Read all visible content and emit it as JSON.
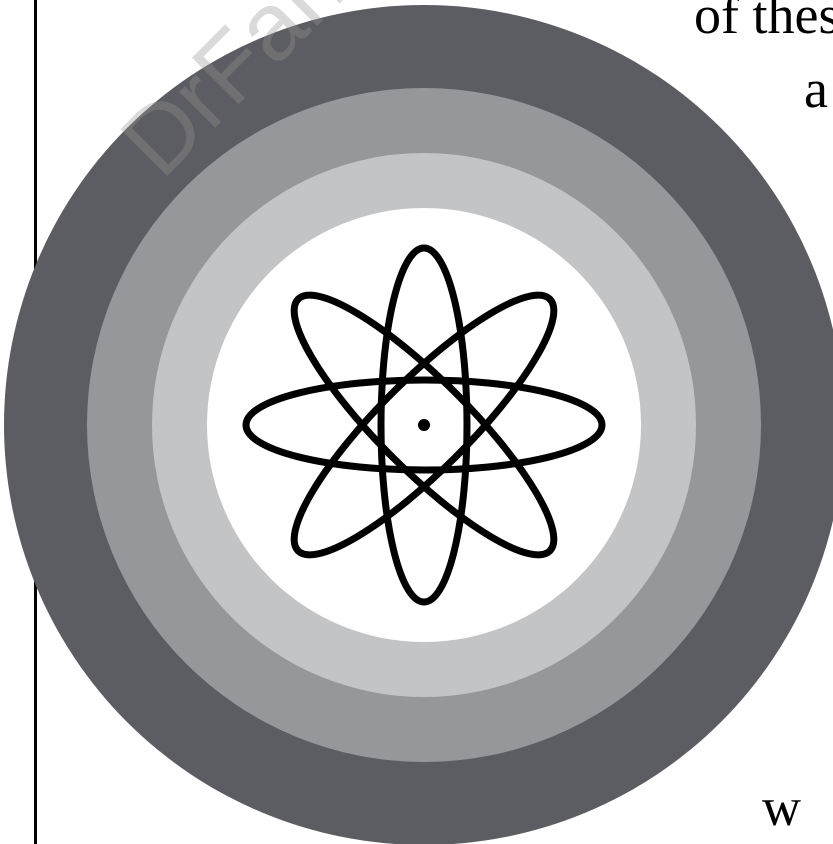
{
  "text_fragments": {
    "top_right": "of thes",
    "right_letter": "a",
    "bottom_right": "w"
  },
  "watermark": "DrFarrah",
  "colors": {
    "outer_ring": "#5c5d62",
    "ring_2": "#96979b",
    "ring_3": "#c3c4c6",
    "core": "#ffffff",
    "orbit_stroke": "#000000"
  },
  "icons": {
    "atom": "atom-icon"
  }
}
